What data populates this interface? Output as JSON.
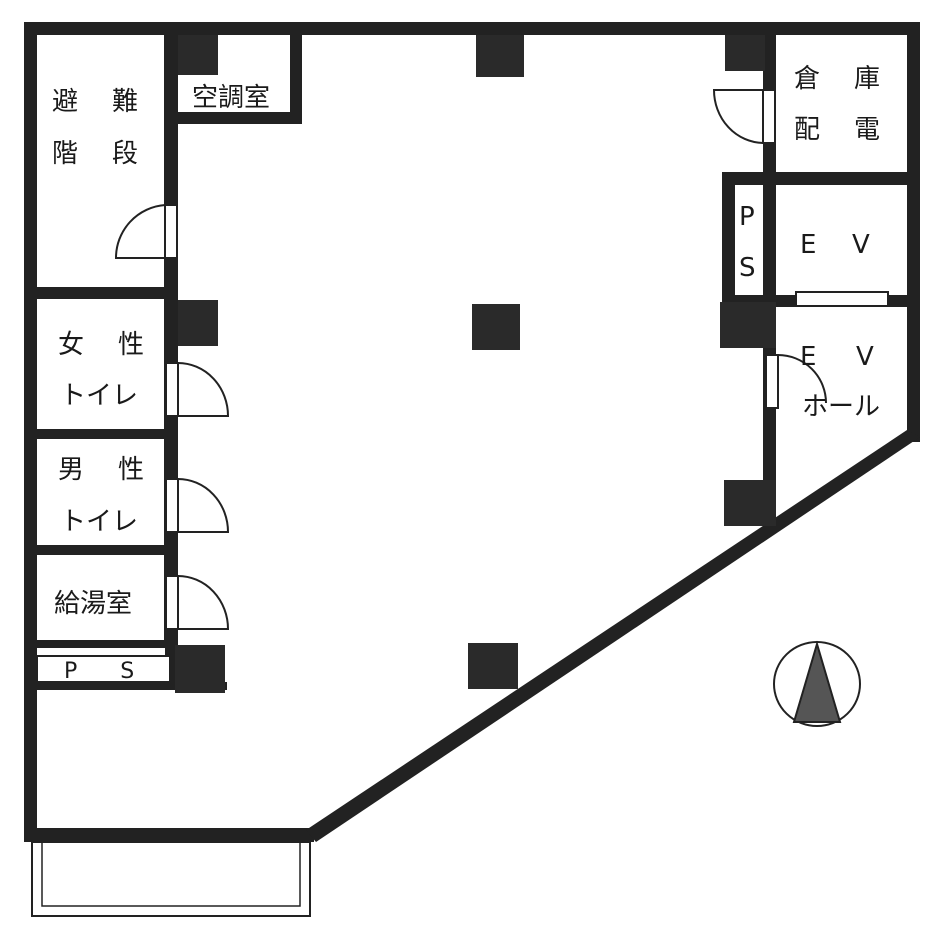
{
  "rooms": {
    "evac_stairs": [
      "避",
      "難",
      "階",
      "段"
    ],
    "aircon": "空調室",
    "storage": [
      "倉",
      "庫",
      "配",
      "電"
    ],
    "ps_right": [
      "P",
      "S"
    ],
    "ev": [
      "E",
      "V"
    ],
    "ev_hall": [
      "E",
      "V",
      "ホール"
    ],
    "women_wc": [
      "女",
      "性",
      "トイレ"
    ],
    "men_wc": [
      "男",
      "性",
      "トイレ"
    ],
    "kitchen": "給湯室",
    "ps_left": "P S"
  },
  "north_arrow": "north-arrow-icon"
}
